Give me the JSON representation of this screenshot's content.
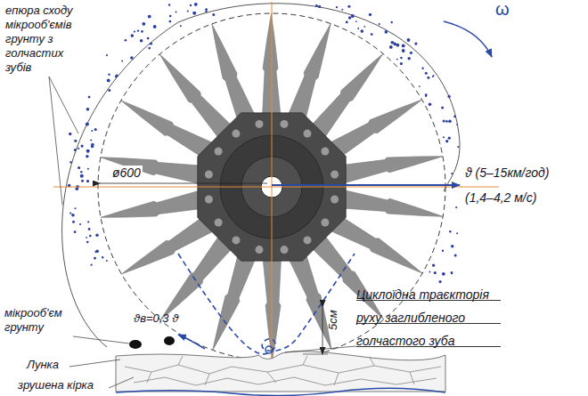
{
  "diagram": {
    "labels": [
      "епюра сходу мікрооб'ємів грунту з голчастих зубів",
      "ω",
      "ø600",
      "ϑ (5–15км/год)",
      "(1,4–4,2 м/с)",
      "мікрооб'єм грунту",
      "ϑв=0,3 ϑ",
      "Лунка",
      "зрушена кірка",
      "5см",
      "Циклоїдна траєкторія руху заглибленого голчастого зуба"
    ]
  }
}
